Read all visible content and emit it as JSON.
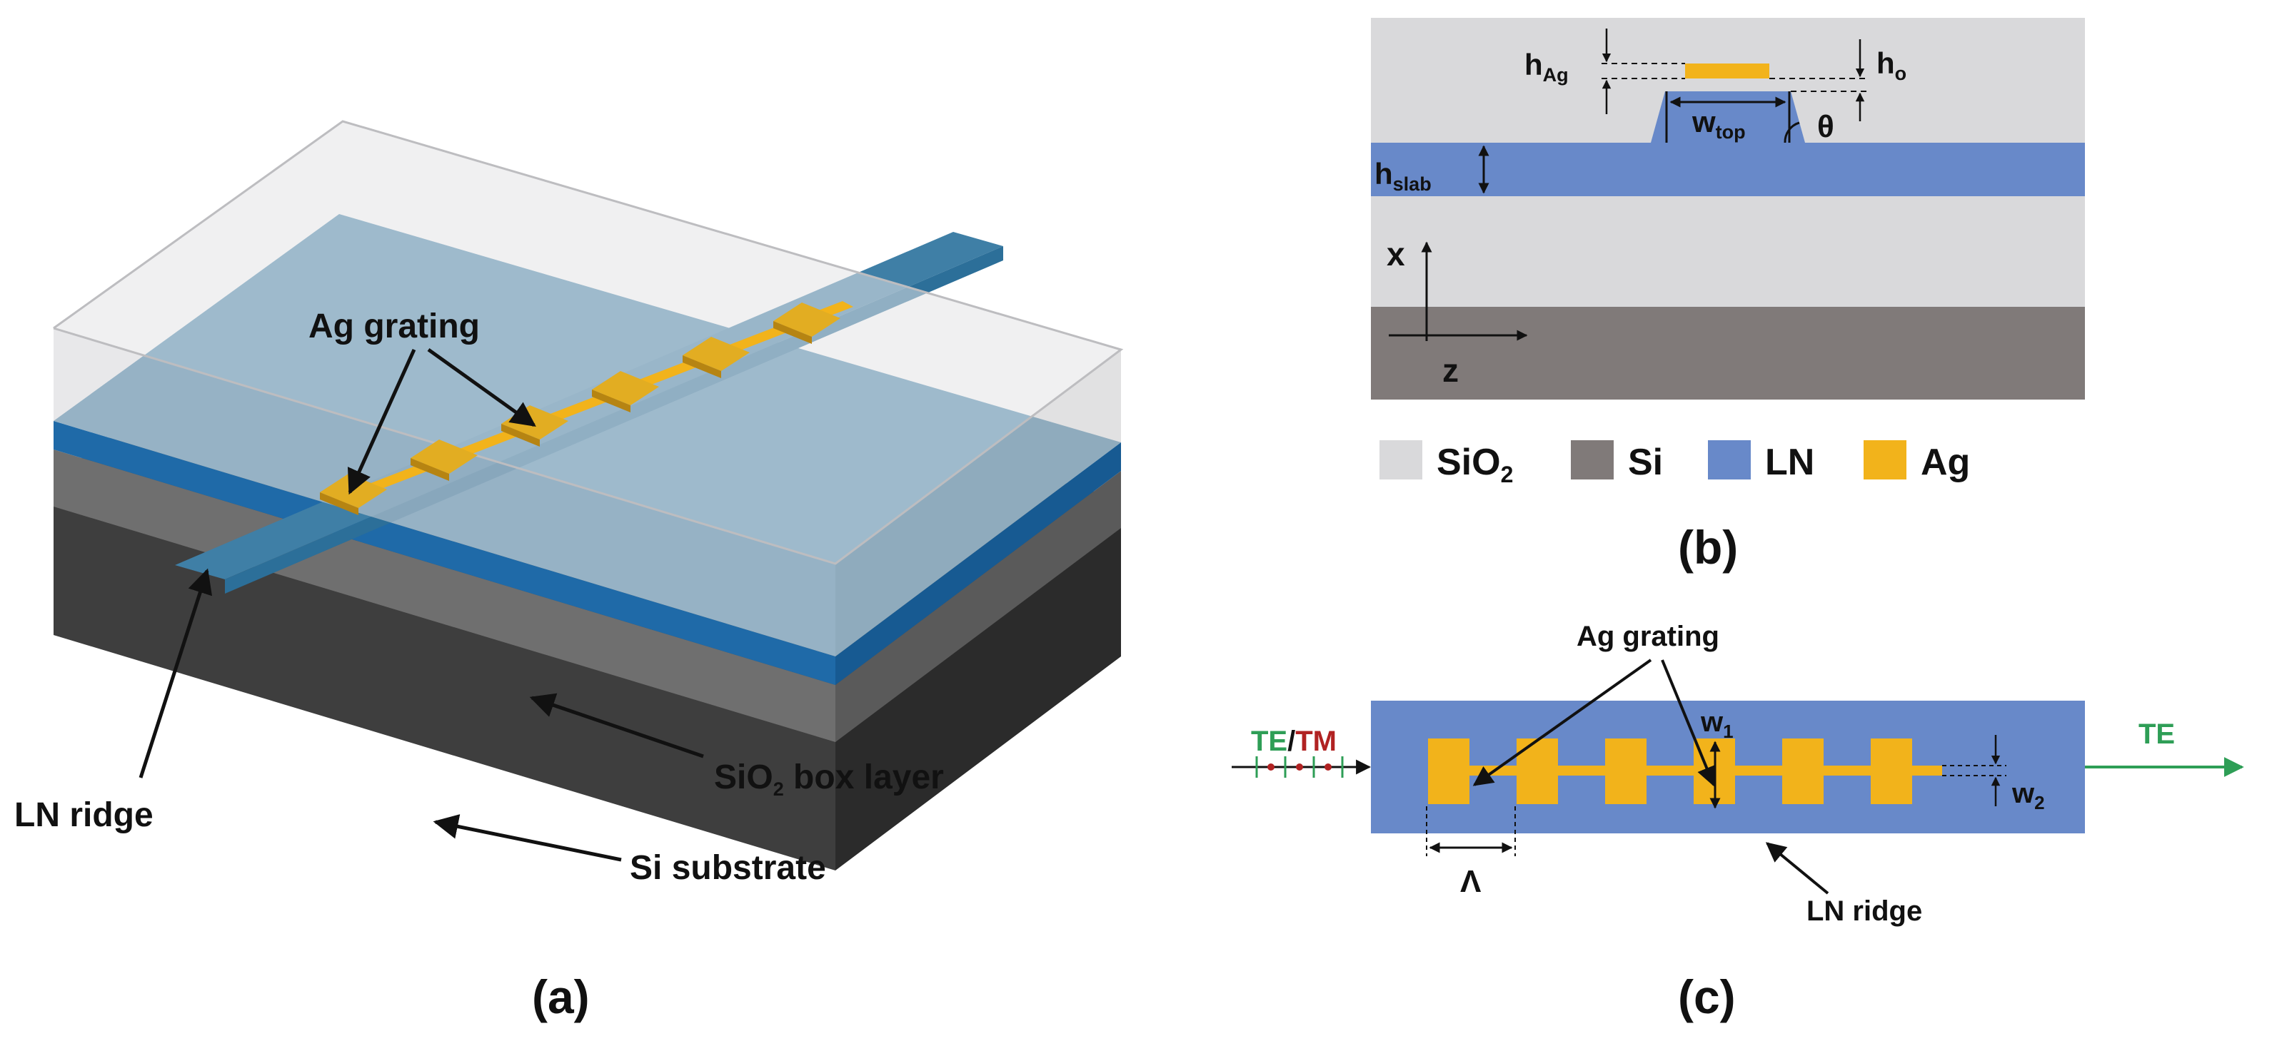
{
  "colors": {
    "sio2": "#d9d9db",
    "si": "#807a79",
    "ln": "#6889c9",
    "ag": "#f2b31b",
    "te": "#2e9e56",
    "tm": "#b12222",
    "ridge_3d": "#4a87ad",
    "slab_3d": "#2a76b6"
  },
  "panel_a": {
    "label": "(a)",
    "annotations": {
      "ag_grating": "Ag grating",
      "ln_ridge": "LN ridge",
      "sio2_box_main": "SiO",
      "sio2_box_sub": "2",
      "sio2_box_rest": " box layer",
      "si_substrate": "Si substrate"
    }
  },
  "panel_b": {
    "label": "(b)",
    "dims": {
      "h_ag_main": "h",
      "h_ag_sub": "Ag",
      "h_o_main": "h",
      "h_o_sub": "o",
      "w_top_main": "w",
      "w_top_sub": "top",
      "theta": "θ",
      "h_slab_main": "h",
      "h_slab_sub": "slab"
    },
    "axes": {
      "x": "x",
      "z": "z"
    },
    "legend": [
      {
        "main": "SiO",
        "sub": "2",
        "color_key": "sio2"
      },
      {
        "main": "Si",
        "sub": "",
        "color_key": "si"
      },
      {
        "main": "LN",
        "sub": "",
        "color_key": "ln"
      },
      {
        "main": "Ag",
        "sub": "",
        "color_key": "ag"
      }
    ]
  },
  "panel_c": {
    "label": "(c)",
    "annotations": {
      "ag_grating": "Ag grating",
      "ln_ridge": "LN ridge",
      "input_te": "TE",
      "input_slash": "/",
      "input_tm": "TM",
      "output_te": "TE",
      "w1_main": "w",
      "w1_sub": "1",
      "w2_main": "w",
      "w2_sub": "2",
      "period": "Λ"
    }
  }
}
